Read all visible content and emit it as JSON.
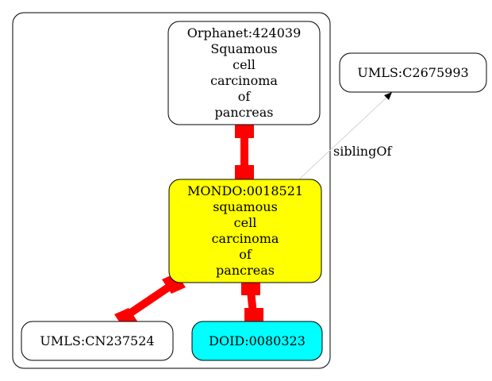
{
  "nodes": {
    "orphanet": {
      "lines": [
        "Orphanet:424039",
        "Squamous",
        "cell",
        "carcinoma",
        "of",
        "pancreas"
      ],
      "fill": "#ffffff"
    },
    "mondo": {
      "lines": [
        "MONDO:0018521",
        "squamous",
        "cell",
        "carcinoma",
        "of",
        "pancreas"
      ],
      "fill": "#ffff00"
    },
    "umls_c": {
      "lines": [
        "UMLS:C2675993"
      ],
      "fill": "#ffffff"
    },
    "umls_cn": {
      "lines": [
        "UMLS:CN237524"
      ],
      "fill": "#ffffff"
    },
    "doid": {
      "lines": [
        "DOID:0080323"
      ],
      "fill": "#00ffff"
    }
  },
  "edges": {
    "sibling": {
      "label": "siblingOf"
    }
  },
  "colors": {
    "equivalence_edge": "#ff0000",
    "sibling_edge": "#d3d3d3"
  }
}
